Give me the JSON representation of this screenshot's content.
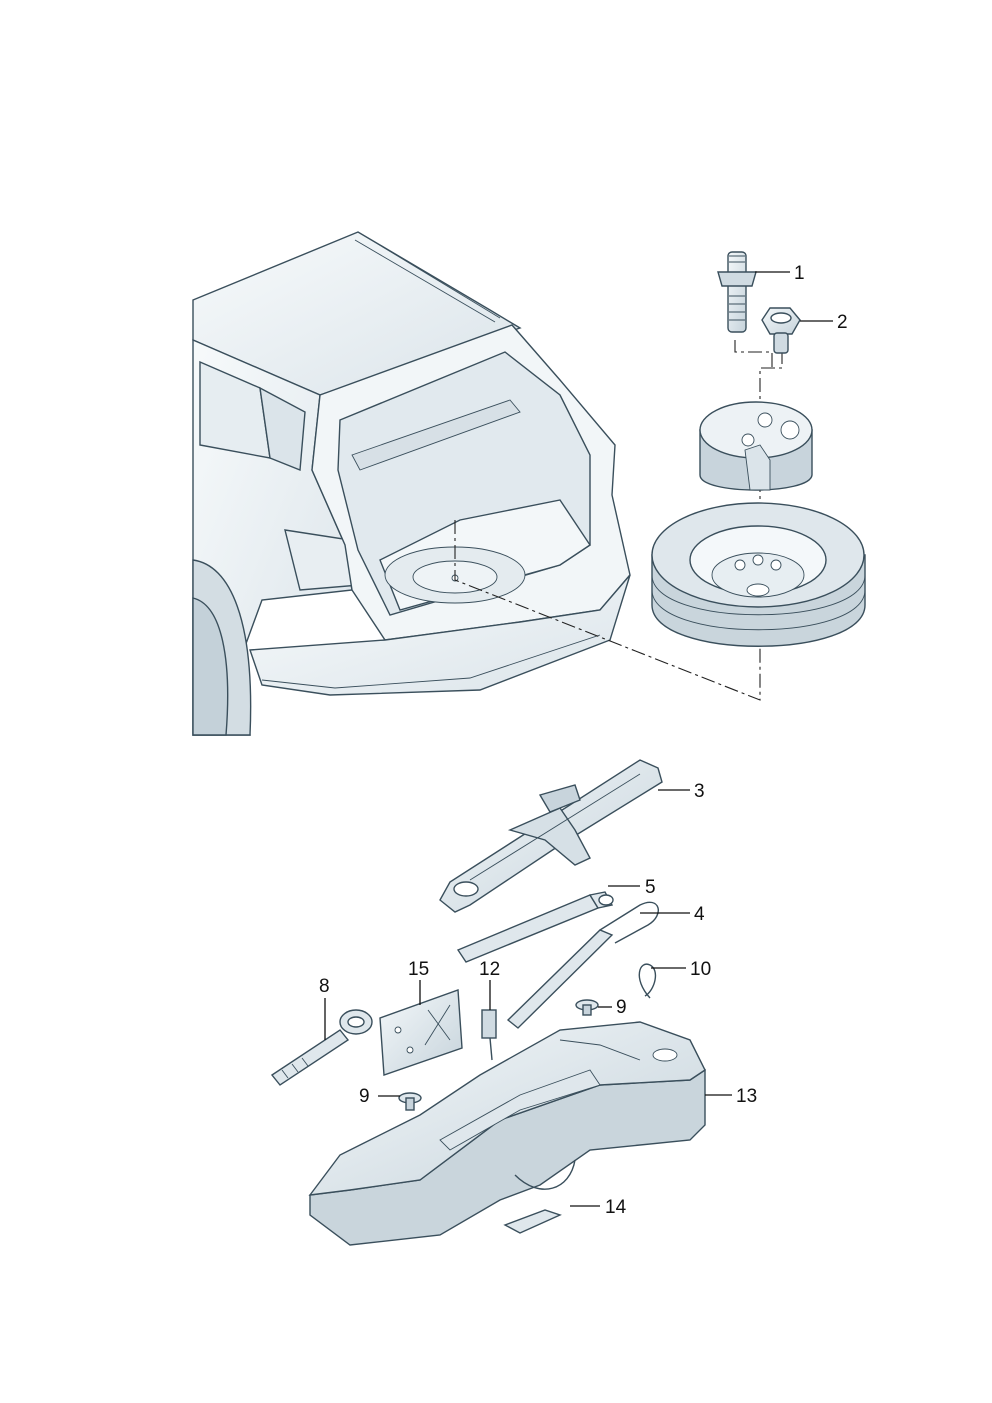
{
  "callouts": [
    "1",
    "2",
    "3",
    "4",
    "5",
    "8",
    "9",
    "10",
    "12",
    "9",
    "13",
    "14",
    "15"
  ],
  "colors": {
    "outline": "#3a4f5c",
    "light_fill": "#eef3f6",
    "mid_fill": "#dfe7ec",
    "dark_fill": "#c4d1d9",
    "text": "#111111"
  }
}
